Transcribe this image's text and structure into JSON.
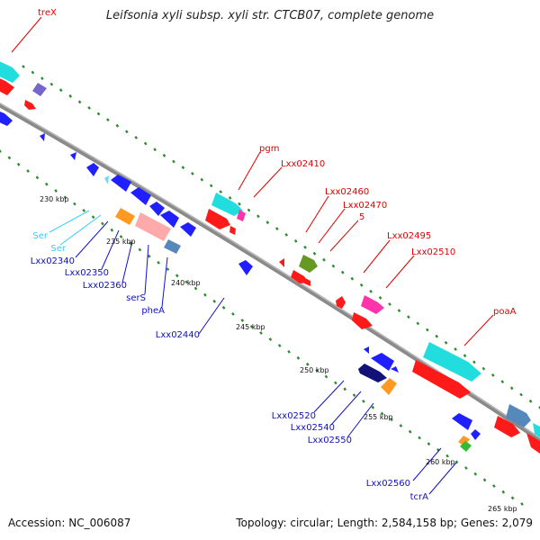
{
  "title": "Leifsonia xyli subsp. xyli str. CTCB07, complete genome",
  "footer": {
    "accession": "Accession: NC_006087",
    "stats": "Topology: circular; Length: 2,584,158 bp; Genes: 2,079"
  },
  "colors": {
    "backbone": "#888888",
    "tick": "#2e8b2e",
    "red_feature": "#ff1a1a",
    "red_label": "#e00000",
    "blue_feature": "#1f1fff",
    "blue_label": "#1010c0",
    "cyan_feature": "#22dddd",
    "trna_label": "#33ccff",
    "magenta": "#ff33aa",
    "olive": "#669922",
    "purple": "#7766cc",
    "orange": "#ff9922",
    "pink": "#ffaaaa",
    "steel": "#5588bb",
    "navy": "#111177",
    "light_cyan": "#66ddff",
    "green": "#33bb33"
  },
  "scale_labels": [
    "230 kbp",
    "235 kbp",
    "240 kbp",
    "245 kbp",
    "250 kbp",
    "255 kbp",
    "260 kbp",
    "265 kbp"
  ],
  "gene_labels": [
    {
      "text": "treX",
      "strand": "forward"
    },
    {
      "text": "pgm",
      "strand": "forward"
    },
    {
      "text": "Lxx02410",
      "strand": "forward"
    },
    {
      "text": "Lxx02460",
      "strand": "forward"
    },
    {
      "text": "Lxx02470",
      "strand": "forward"
    },
    {
      "text": "5",
      "strand": "forward"
    },
    {
      "text": "Lxx02495",
      "strand": "forward"
    },
    {
      "text": "Lxx02510",
      "strand": "forward"
    },
    {
      "text": "poaA",
      "strand": "forward"
    },
    {
      "text": "Ser",
      "strand": "reverse-trna"
    },
    {
      "text": "Ser",
      "strand": "reverse-trna"
    },
    {
      "text": "Lxx02340",
      "strand": "reverse"
    },
    {
      "text": "Lxx02350",
      "strand": "reverse"
    },
    {
      "text": "Lxx02360",
      "strand": "reverse"
    },
    {
      "text": "serS",
      "strand": "reverse"
    },
    {
      "text": "pheA",
      "strand": "reverse"
    },
    {
      "text": "Lxx02440",
      "strand": "reverse"
    },
    {
      "text": "Lxx02520",
      "strand": "reverse"
    },
    {
      "text": "Lxx02540",
      "strand": "reverse"
    },
    {
      "text": "Lxx02550",
      "strand": "reverse"
    },
    {
      "text": "Lxx02560",
      "strand": "reverse"
    },
    {
      "text": "tcrA",
      "strand": "reverse"
    }
  ]
}
